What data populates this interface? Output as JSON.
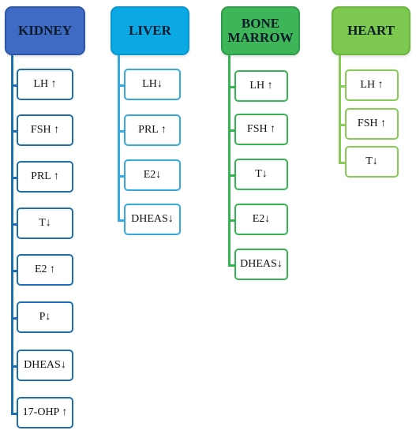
{
  "columns": [
    {
      "id": "kidney",
      "title": "KIDNEY",
      "items": [
        "LH ↑",
        "FSH ↑",
        "PRL ↑",
        "T↓",
        "E2 ↑",
        "P↓",
        "DHEAS↓",
        "17-OHP ↑"
      ]
    },
    {
      "id": "liver",
      "title": "LIVER",
      "items": [
        "LH↓",
        "PRL ↑",
        "E2↓",
        "DHEAS↓"
      ]
    },
    {
      "id": "bone",
      "title": "BONE MARROW",
      "items": [
        "LH ↑",
        "FSH ↑",
        "T↓",
        "E2↓",
        "DHEAS↓"
      ]
    },
    {
      "id": "heart",
      "title": "HEART",
      "items": [
        "LH ↑",
        "FSH ↑",
        "T↓"
      ]
    }
  ]
}
